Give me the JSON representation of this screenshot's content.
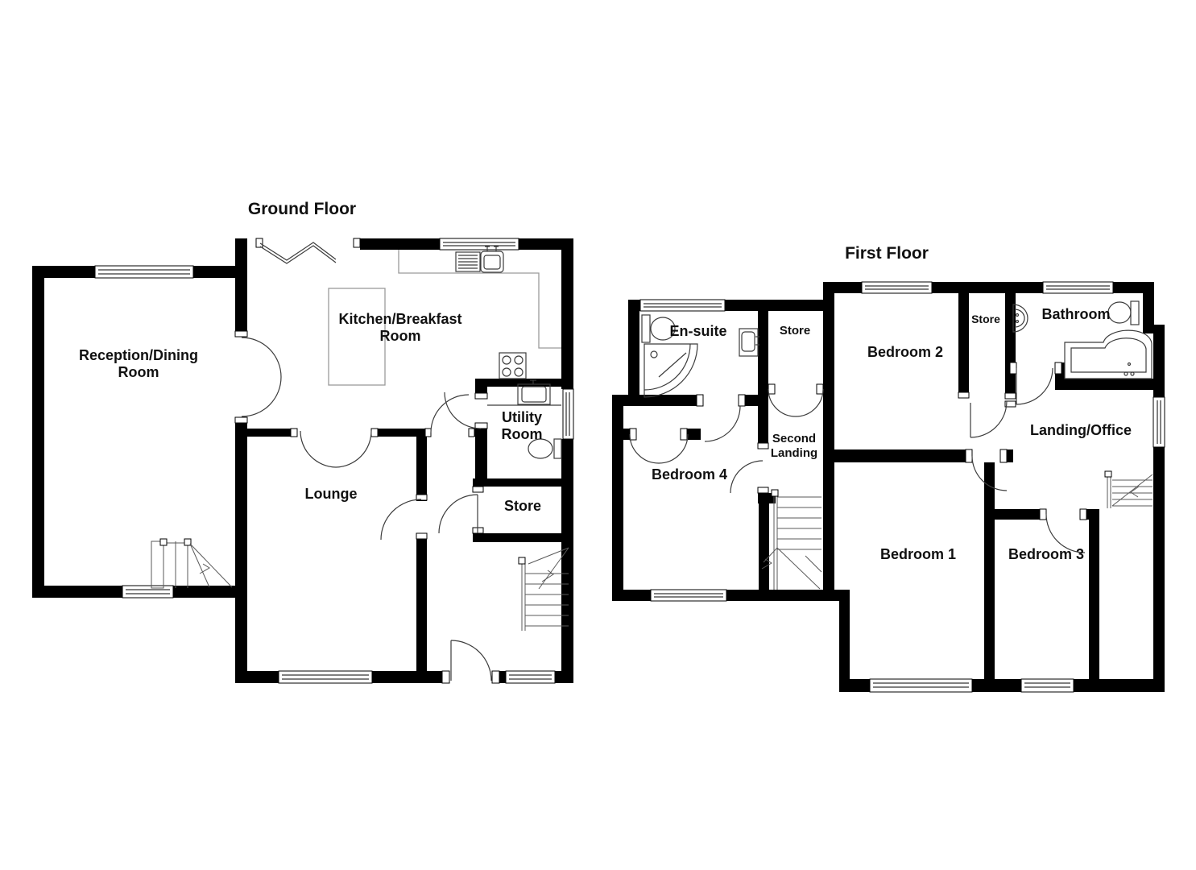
{
  "document": {
    "type": "floor-plan",
    "background": "#ffffff",
    "colors": {
      "wall": "#000000",
      "fixture_line": "#3c3c3c",
      "counter_line": "#9a9a9a",
      "label_text": "#111111"
    }
  },
  "ground_floor": {
    "title": "Ground Floor",
    "rooms": {
      "reception_line1": "Reception/Dining",
      "reception_line2": "Room",
      "kitchen_line1": "Kitchen/Breakfast",
      "kitchen_line2": "Room",
      "lounge": "Lounge",
      "utility_line1": "Utility",
      "utility_line2": "Room",
      "store": "Store"
    },
    "fixtures": [
      "kitchen-sink",
      "drainer",
      "hob",
      "island",
      "utility-sink",
      "toilet",
      "staircase",
      "staircase-lower",
      "bifold-doors",
      "windows",
      "door-arcs"
    ]
  },
  "first_floor": {
    "title": "First Floor",
    "rooms": {
      "ensuite": "En-suite",
      "store_left": "Store",
      "bedroom2": "Bedroom 2",
      "store_right": "Store",
      "bathroom": "Bathroom",
      "second_landing_line1": "Second",
      "second_landing_line2": "Landing",
      "landing_office": "Landing/Office",
      "bedroom4": "Bedroom 4",
      "bedroom1": "Bedroom 1",
      "bedroom3": "Bedroom 3"
    },
    "fixtures": [
      "toilet",
      "shower",
      "basin",
      "pedestal-basin",
      "bath",
      "staircase",
      "staircase-top",
      "windows",
      "door-arcs"
    ]
  }
}
